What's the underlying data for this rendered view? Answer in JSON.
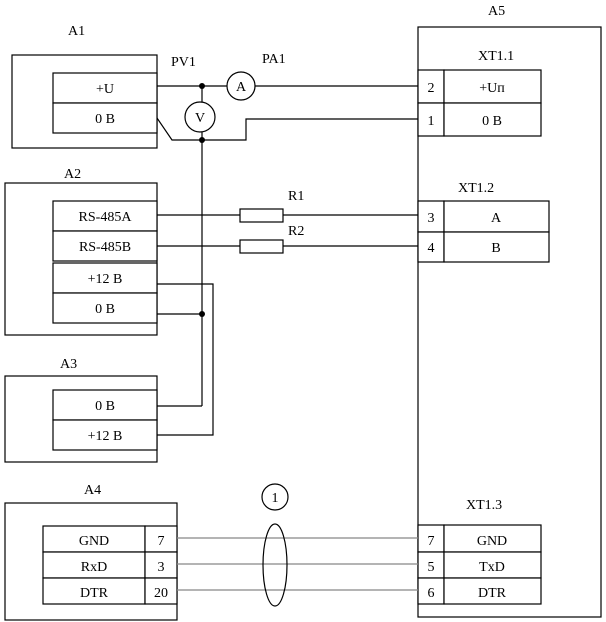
{
  "blocks": {
    "a1": "A1",
    "a2": "A2",
    "a3": "A3",
    "a4": "A4",
    "a5": "A5"
  },
  "a1_terminals": [
    "+U",
    "0 В"
  ],
  "a2_terminals": [
    "RS-485A",
    "RS-485B",
    "+12 В",
    "0 В"
  ],
  "a3_terminals": [
    "0 В",
    "+12 В"
  ],
  "a4_terminals": [
    {
      "name": "GND",
      "pin": "7"
    },
    {
      "name": "RxD",
      "pin": "3"
    },
    {
      "name": "DTR",
      "pin": "20"
    }
  ],
  "xt11": {
    "title": "XT1.1",
    "rows": [
      {
        "pin": "2",
        "name": "+Uп"
      },
      {
        "pin": "1",
        "name": "0 В"
      }
    ]
  },
  "xt12": {
    "title": "XT1.2",
    "rows": [
      {
        "pin": "3",
        "name": "A"
      },
      {
        "pin": "4",
        "name": "B"
      }
    ]
  },
  "xt13": {
    "title": "XT1.3",
    "rows": [
      {
        "pin": "7",
        "name": "GND"
      },
      {
        "pin": "5",
        "name": "TxD"
      },
      {
        "pin": "6",
        "name": "DTR"
      }
    ]
  },
  "meters": {
    "pv1_label": "PV1",
    "pa1_label": "PA1",
    "ammeter_symbol": "A",
    "voltmeter_symbol": "V"
  },
  "resistors": {
    "r1": "R1",
    "r2": "R2"
  },
  "cable_marker": "1"
}
